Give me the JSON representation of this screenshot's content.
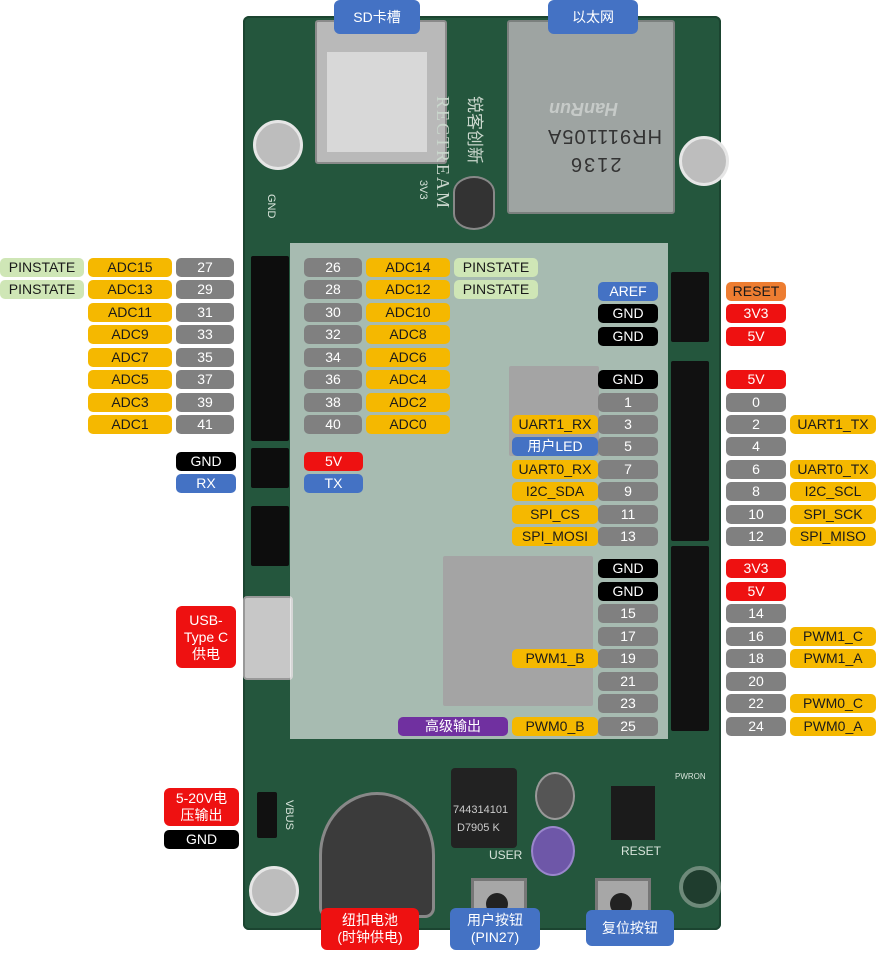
{
  "top_labels": {
    "sd_slot": "SD卡槽",
    "ethernet": "以太网"
  },
  "board_print": {
    "brand": "RECTREAM",
    "brand_cn": "锐客创新",
    "eth_model": "HR911105A",
    "eth_code": "2136",
    "eth_maker": "HanRun",
    "inductor": "744314101",
    "inductor_code": "D7905 K",
    "user_btn": "USER",
    "reset_btn": "RESET",
    "vbus": "VBUS",
    "gnd": "GND",
    "v33": "3V3",
    "pwron": "PWRON"
  },
  "left_pinstate": [
    "PINSTATE",
    "PINSTATE"
  ],
  "left_adc": [
    "ADC15",
    "ADC13",
    "ADC11",
    "ADC9",
    "ADC7",
    "ADC5",
    "ADC3",
    "ADC1"
  ],
  "left_pin": [
    "27",
    "29",
    "31",
    "33",
    "35",
    "37",
    "39",
    "41"
  ],
  "mid_pin": [
    "26",
    "28",
    "30",
    "32",
    "34",
    "36",
    "38",
    "40"
  ],
  "mid_adc": [
    "ADC14",
    "ADC12",
    "ADC10",
    "ADC8",
    "ADC6",
    "ADC4",
    "ADC2",
    "ADC0"
  ],
  "mid_pinstate": [
    "PINSTATE",
    "PINSTATE"
  ],
  "uart_left": {
    "gnd": "GND",
    "rx": "RX"
  },
  "uart_mid": {
    "v5": "5V",
    "tx": "TX"
  },
  "usb_label": "USB-\nType C\n供电",
  "vin_label": "5-20V电\n压输出",
  "vin_gnd": "GND",
  "coin_battery": "纽扣电池\n(时钟供电)",
  "user_button": "用户按钮\n(PIN27)",
  "reset_button": "复位按钮",
  "power_inner": [
    "AREF",
    "GND",
    "GND"
  ],
  "power_outer": [
    "RESET",
    "3V3",
    "5V"
  ],
  "digital_inner_top": [
    "GND",
    "1",
    "3",
    "5",
    "7",
    "9",
    "11",
    "13"
  ],
  "digital_inner_top_func": [
    "UART1_RX",
    "用户LED",
    "UART0_RX",
    "I2C_SDA",
    "SPI_CS",
    "SPI_MOSI"
  ],
  "digital_outer_top": [
    "5V",
    "0",
    "2",
    "4",
    "6",
    "8",
    "10",
    "12"
  ],
  "digital_outer_top_func": [
    "UART1_TX",
    "UART0_TX",
    "I2C_SCL",
    "SPI_SCK",
    "SPI_MISO"
  ],
  "digital_inner_bottom": [
    "GND",
    "GND",
    "15",
    "17",
    "19",
    "21",
    "23",
    "25"
  ],
  "digital_inner_bottom_func": [
    "PWM1_B",
    "PWM0_B"
  ],
  "high_output": "高级输出",
  "digital_outer_bottom": [
    "3V3",
    "5V",
    "14",
    "16",
    "18",
    "20",
    "22",
    "24"
  ],
  "digital_outer_bottom_func": [
    "PWM1_C",
    "PWM1_A",
    "PWM0_C",
    "PWM0_A"
  ],
  "colors": {
    "board": "#24563d",
    "analog": "#f5b800",
    "pin": "#808080",
    "gnd": "#000000",
    "power": "#ee1111",
    "uart": "#4472c4",
    "reset": "#ed7d31",
    "pinstate": "#cfe6b6",
    "special": "#7030a0"
  }
}
